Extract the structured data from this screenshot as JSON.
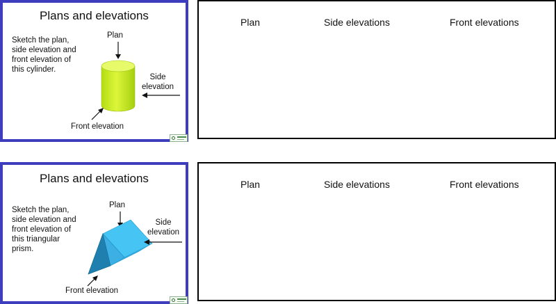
{
  "rows": [
    {
      "slide": {
        "title": "Plans and elevations",
        "instructions": "Sketch the plan,\nside elevation and\nfront elevation of\nthis cylinder.",
        "labels": {
          "plan": "Plan",
          "side": "Side\nelevation",
          "front": "Front elevation"
        },
        "shape": "cylinder",
        "shape_color": "#ccf01e"
      },
      "answer_headers": [
        "Plan",
        "Side elevations",
        "Front elevations"
      ]
    },
    {
      "slide": {
        "title": "Plans and elevations",
        "instructions": "Sketch the plan,\nside elevation and\nfront elevation of\nthis triangular\nprism.",
        "labels": {
          "plan": "Plan",
          "side": "Side\nelevation",
          "front": "Front elevation"
        },
        "shape": "triangular-prism",
        "shape_color": "#3bbcef"
      },
      "answer_headers": [
        "Plan",
        "Side elevations",
        "Front elevations"
      ]
    }
  ],
  "colors": {
    "slide_border": "#3d3dbd",
    "answer_border": "#000000"
  },
  "icons": [
    "down-arrow-icon",
    "left-arrow-icon",
    "diagonal-arrow-icon",
    "logo-icon"
  ]
}
